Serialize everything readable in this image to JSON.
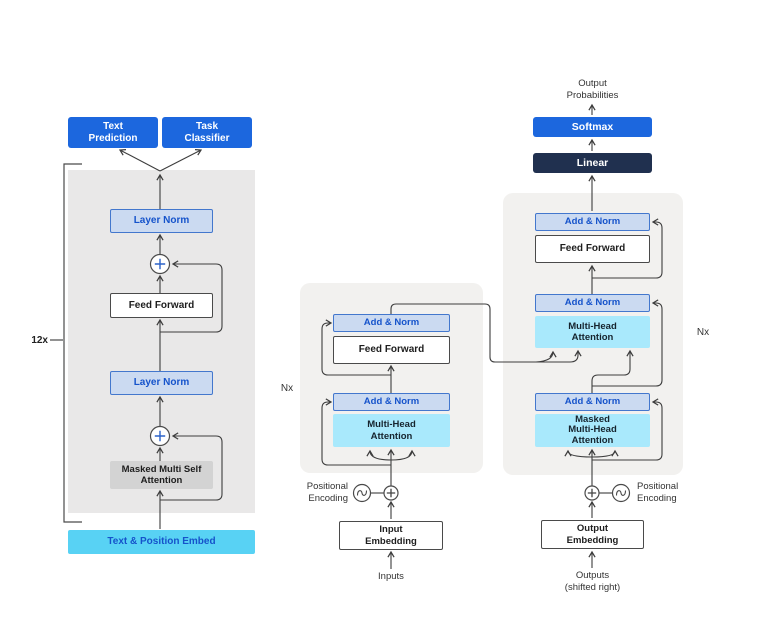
{
  "colors": {
    "primary_blue": "#1c67de",
    "navy": "#20304f",
    "light_blue_fill": "#cbdaf1",
    "light_blue_border": "#4377cd",
    "blue_text": "#1553cb",
    "cyan_fill": "#a9e9fc",
    "embed_cyan": "#58d2f4",
    "panel_gray_left": "#e9e8e8",
    "panel_gray": "#f2f1ef",
    "attention_gray": "#d3d3d3",
    "line": "#3d3d3d"
  },
  "gpt": {
    "repeat_label": "12x",
    "text_prediction": "Text\nPrediction",
    "task_classifier": "Task\nClassifier",
    "layer_norm_top": "Layer Norm",
    "feed_forward": "Feed Forward",
    "layer_norm_bottom": "Layer Norm",
    "masked_attention": "Masked Multi Self\nAttention",
    "embed": "Text & Position Embed"
  },
  "encoder": {
    "repeat_label": "Nx",
    "add_norm_top": "Add & Norm",
    "feed_forward": "Feed Forward",
    "add_norm_bottom": "Add & Norm",
    "attention": "Multi-Head\nAttention",
    "positional_encoding": "Positional\nEncoding",
    "embedding": "Input\nEmbedding",
    "inputs": "Inputs"
  },
  "decoder": {
    "repeat_label": "Nx",
    "output_probabilities": "Output\nProbabilities",
    "softmax": "Softmax",
    "linear": "Linear",
    "add_norm_top": "Add & Norm",
    "feed_forward": "Feed Forward",
    "add_norm_mid": "Add & Norm",
    "attention": "Multi-Head\nAttention",
    "add_norm_bottom": "Add & Norm",
    "masked_attention": "Masked\nMulti-Head\nAttention",
    "positional_encoding": "Positional\nEncoding",
    "embedding": "Output\nEmbedding",
    "outputs": "Outputs\n(shifted right)"
  }
}
